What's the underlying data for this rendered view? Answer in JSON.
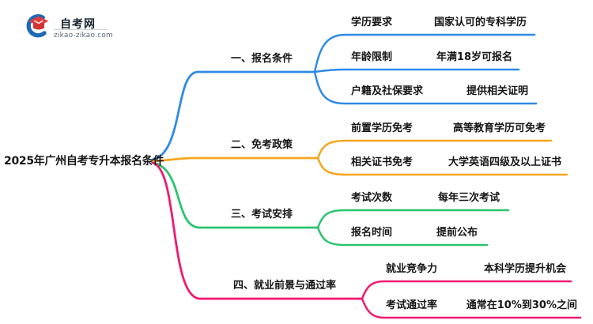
{
  "logo": {
    "title": "自考网",
    "domain": "zikao-zikao.com",
    "crescent_color": "#1d69b5",
    "cap_color": "#e23c3c",
    "cap_front_color": "#d23434"
  },
  "root": {
    "label": "2025年广州自考专升本报名条件"
  },
  "branches": [
    {
      "label": "一、报名条件",
      "color": "#2e8ae5",
      "children": [
        {
          "key": "学历要求",
          "value": "国家认可的专科学历"
        },
        {
          "key": "年龄限制",
          "value": "年满18岁可报名"
        },
        {
          "key": "户籍及社保要求",
          "value": "提供相关证明"
        }
      ]
    },
    {
      "label": "二、免考政策",
      "color": "#f6a61f",
      "children": [
        {
          "key": "前置学历免考",
          "value": "高等教育学历可免考"
        },
        {
          "key": "相关证书免考",
          "value": "大学英语四级及以上证书"
        }
      ]
    },
    {
      "label": "三、考试安排",
      "color": "#2bc46f",
      "children": [
        {
          "key": "考试次数",
          "value": "每年三次考试"
        },
        {
          "key": "报名时间",
          "value": "提前公布"
        }
      ]
    },
    {
      "label": "四、就业前景与通过率",
      "color": "#f01a72",
      "children": [
        {
          "key": "就业竞争力",
          "value": "本科学历提升机会"
        },
        {
          "key": "考试通过率",
          "value": "通常在10%到30%之间"
        }
      ]
    }
  ]
}
